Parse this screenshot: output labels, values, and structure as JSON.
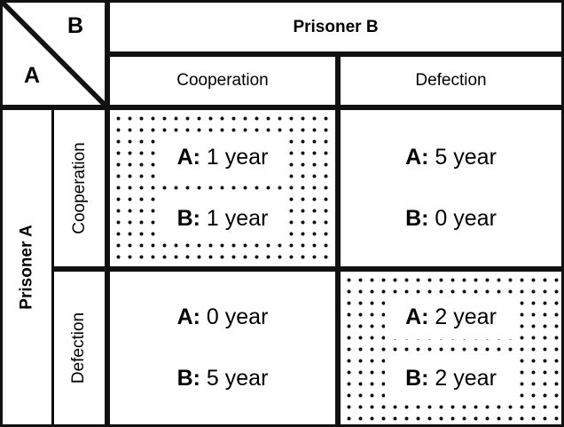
{
  "matrix": {
    "corner": {
      "row_player_mark": "A",
      "col_player_mark": "B",
      "diagonal_icon": "diagonal-divider-line"
    },
    "column_group_label": "Prisoner B",
    "row_group_label": "Prisoner A",
    "column_headers": [
      "Cooperation",
      "Defection"
    ],
    "row_headers": [
      "Cooperation",
      "Defection"
    ],
    "cells": {
      "coop_coop": {
        "a_who": "A:",
        "a_value": "1 year",
        "b_who": "B:",
        "b_value": "1 year",
        "highlighted": "dotted"
      },
      "coop_def": {
        "a_who": "A:",
        "a_value": "5 year",
        "b_who": "B:",
        "b_value": "0 year",
        "highlighted": "plain"
      },
      "def_coop": {
        "a_who": "A:",
        "a_value": "0 year",
        "b_who": "B:",
        "b_value": "5 year",
        "highlighted": "plain"
      },
      "def_def": {
        "a_who": "A:",
        "a_value": "2 year",
        "b_who": "B:",
        "b_value": "2 year",
        "highlighted": "dotted"
      }
    },
    "colors": {
      "line": "#111111",
      "background": "#ffffff",
      "text": "#000000"
    }
  }
}
